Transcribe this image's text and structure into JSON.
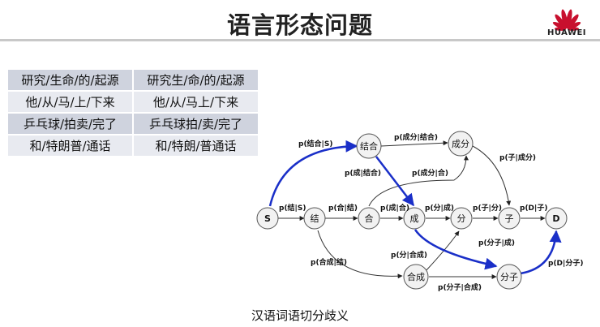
{
  "header": {
    "title": "语言形态问题",
    "logo_text": "HUAWEI",
    "brand_color": "#c8102e"
  },
  "table": {
    "rows": [
      [
        "研究/生命/的/起源",
        "研究生/命/的/起源"
      ],
      [
        "他/从/马/上/下来",
        "他/从/马上/下来"
      ],
      [
        "乒乓球/拍卖/完了",
        "乒乓球拍/卖/完了"
      ],
      [
        "和/特朗普/通话",
        "和/特朗/普通话"
      ]
    ]
  },
  "diagram": {
    "nodes": {
      "S": "S",
      "jie": "结",
      "he": "合",
      "cheng": "成",
      "fen": "分",
      "zi": "子",
      "D": "D",
      "jiehe": "结合",
      "chengfen": "成分",
      "hecheng": "合成",
      "fenzi": "分子"
    },
    "edge_labels": {
      "p_jiehe_S": "p(结合|S)",
      "p_jie_S": "p(结|S)",
      "p_he_jie": "p(合|结)",
      "p_cheng_he": "p(成|合)",
      "p_fen_cheng": "p(分|成)",
      "p_zi_fen": "p(子|分)",
      "p_D_zi": "p(D|子)",
      "p_chengfen_jiehe": "p(成分|结合)",
      "p_zi_chengfen": "p(子|成分)",
      "p_cheng_jiehe": "p(成|结合)",
      "p_chengfen_he": "p(成分|合)",
      "p_fenzi_cheng": "p(分子|成)",
      "p_hecheng_jie": "p(合成|结)",
      "p_fen_hecheng": "p(分|合成)",
      "p_fenzi_hecheng": "p(分子|合成)",
      "p_D_fenzi": "p(D|分子)"
    },
    "highlight_color": "#1a2fc8"
  },
  "caption": "汉语词语切分歧义"
}
